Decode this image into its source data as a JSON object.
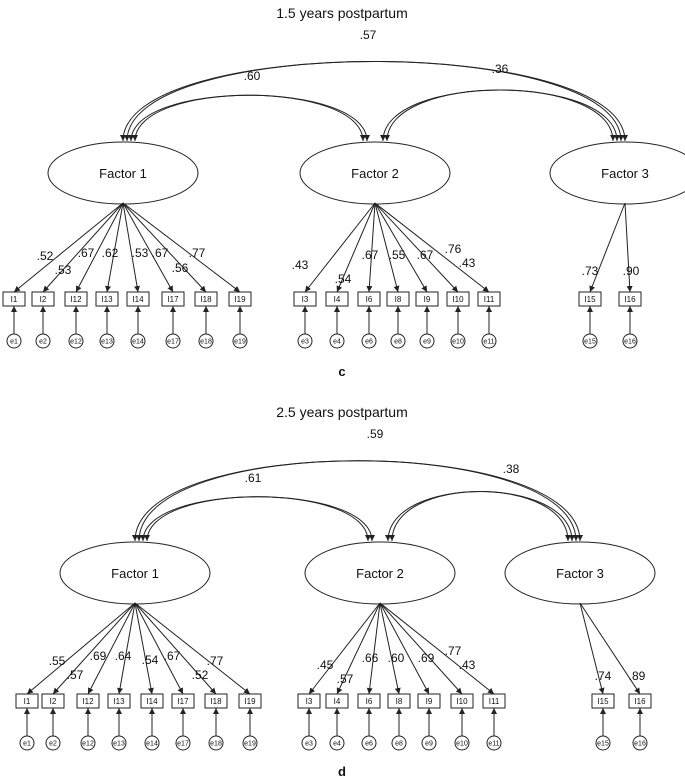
{
  "panels": [
    {
      "title": "1.5 years postpartum",
      "label": "c",
      "factors": [
        "Factor 1",
        "Factor 2",
        "Factor 3"
      ],
      "correlations": [
        {
          "between": [
            "Factor 1",
            "Factor 3"
          ],
          "value": ".57"
        },
        {
          "between": [
            "Factor 1",
            "Factor 2"
          ],
          "value": ".60"
        },
        {
          "between": [
            "Factor 2",
            "Factor 3"
          ],
          "value": ".36"
        }
      ],
      "groups": [
        {
          "factor": "Factor 1",
          "items": [
            {
              "item": "I1",
              "error": "e1",
              "loading": ".52"
            },
            {
              "item": "I2",
              "error": "e2",
              "loading": ".53"
            },
            {
              "item": "I12",
              "error": "e12",
              "loading": ".67"
            },
            {
              "item": "I13",
              "error": "e13",
              "loading": ".62"
            },
            {
              "item": "I14",
              "error": "e14",
              "loading": ".53"
            },
            {
              "item": "I17",
              "error": "e17",
              "loading": ".67"
            },
            {
              "item": "I18",
              "error": "e18",
              "loading": ".56"
            },
            {
              "item": "I19",
              "error": "e19",
              "loading": ".77"
            }
          ]
        },
        {
          "factor": "Factor 2",
          "items": [
            {
              "item": "I3",
              "error": "e3",
              "loading": ".43"
            },
            {
              "item": "I4",
              "error": "e4",
              "loading": ".54"
            },
            {
              "item": "I6",
              "error": "e6",
              "loading": ".67"
            },
            {
              "item": "I8",
              "error": "e8",
              "loading": ".55"
            },
            {
              "item": "I9",
              "error": "e9",
              "loading": ".67"
            },
            {
              "item": "I10",
              "error": "e10",
              "loading": ".76"
            },
            {
              "item": "I11",
              "error": "e11",
              "loading": ".43"
            }
          ]
        },
        {
          "factor": "Factor 3",
          "items": [
            {
              "item": "I15",
              "error": "e15",
              "loading": ".73"
            },
            {
              "item": "I16",
              "error": "e16",
              "loading": ".90"
            }
          ]
        }
      ]
    },
    {
      "title": "2.5 years postpartum",
      "label": "d",
      "factors": [
        "Factor 1",
        "Factor 2",
        "Factor 3"
      ],
      "correlations": [
        {
          "between": [
            "Factor 1",
            "Factor 3"
          ],
          "value": ".59"
        },
        {
          "between": [
            "Factor 1",
            "Factor 2"
          ],
          "value": ".61"
        },
        {
          "between": [
            "Factor 2",
            "Factor 3"
          ],
          "value": ".38"
        }
      ],
      "groups": [
        {
          "factor": "Factor 1",
          "items": [
            {
              "item": "I1",
              "error": "e1",
              "loading": ".55"
            },
            {
              "item": "I2",
              "error": "e2",
              "loading": ".57"
            },
            {
              "item": "I12",
              "error": "e12",
              "loading": ".69"
            },
            {
              "item": "I13",
              "error": "e13",
              "loading": ".64"
            },
            {
              "item": "I14",
              "error": "e14",
              "loading": ".54"
            },
            {
              "item": "I17",
              "error": "e17",
              "loading": ".67"
            },
            {
              "item": "I18",
              "error": "e18",
              "loading": ".52"
            },
            {
              "item": "I19",
              "error": "e19",
              "loading": ".77"
            }
          ]
        },
        {
          "factor": "Factor 2",
          "items": [
            {
              "item": "I3",
              "error": "e3",
              "loading": ".45"
            },
            {
              "item": "I4",
              "error": "e4",
              "loading": ".57"
            },
            {
              "item": "I6",
              "error": "e6",
              "loading": ".66"
            },
            {
              "item": "I8",
              "error": "e8",
              "loading": ".60"
            },
            {
              "item": "I9",
              "error": "e9",
              "loading": ".69"
            },
            {
              "item": "I10",
              "error": "e10",
              "loading": ".77"
            },
            {
              "item": "I11",
              "error": "e11",
              "loading": ".43"
            }
          ]
        },
        {
          "factor": "Factor 3",
          "items": [
            {
              "item": "I15",
              "error": "e15",
              "loading": ".74"
            },
            {
              "item": "I16",
              "error": "e16",
              "loading": ".89"
            }
          ]
        }
      ]
    }
  ]
}
